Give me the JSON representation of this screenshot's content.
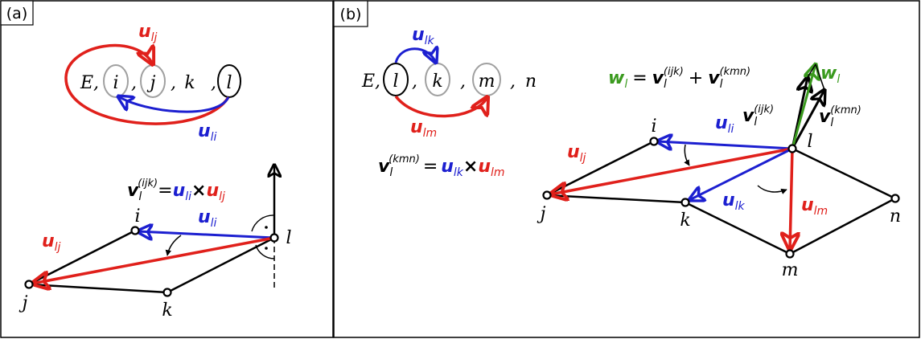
{
  "panel_a": {
    "label": "(a)",
    "sequence": {
      "E": "E,",
      "i": "i",
      "c1": ",",
      "j": "j",
      "c2": ",",
      "k": "k",
      "c3": ",",
      "l": "l"
    },
    "arrow_top": {
      "vec": "u",
      "sub": "lj"
    },
    "arrow_bottom": {
      "vec": "u",
      "sub": "li"
    },
    "formula": {
      "lhs_vec": "v",
      "lhs_sub": "l",
      "lhs_sup": "(ijk)",
      "eq": "=",
      "a_vec": "u",
      "a_sub": "li",
      "cross": "×",
      "b_vec": "u",
      "b_sub": "lj"
    },
    "points": {
      "i": "i",
      "j": "j",
      "k": "k",
      "l": "l"
    },
    "edge_li": {
      "vec": "u",
      "sub": "li"
    },
    "edge_lj": {
      "vec": "u",
      "sub": "lj"
    }
  },
  "panel_b": {
    "label": "(b)",
    "sequence": {
      "E": "E,",
      "l": "l",
      "c1": ",",
      "k": "k",
      "c2": ",",
      "m": "m",
      "c3": ",",
      "n": "n"
    },
    "arrow_top": {
      "vec": "u",
      "sub": "lk"
    },
    "arrow_bottom": {
      "vec": "u",
      "sub": "lm"
    },
    "formula": {
      "lhs_vec": "v",
      "lhs_sub": "l",
      "lhs_sup": "(kmn)",
      "eq": "=",
      "a_vec": "u",
      "a_sub": "lk",
      "cross": "×",
      "b_vec": "u",
      "b_sub": "lm"
    },
    "sum_formula": {
      "w": "w",
      "w_sub": "l",
      "eq": "=",
      "v1": "v",
      "v1_sub": "l",
      "v1_sup": "(ijk)",
      "plus": "+",
      "v2": "v",
      "v2_sub": "l",
      "v2_sup": "(kmn)"
    },
    "points": {
      "i": "i",
      "j": "j",
      "k": "k",
      "l": "l",
      "m": "m",
      "n": "n"
    },
    "edge_li": {
      "vec": "u",
      "sub": "li"
    },
    "edge_lj": {
      "vec": "u",
      "sub": "lj"
    },
    "edge_lk": {
      "vec": "u",
      "sub": "lk"
    },
    "edge_lm": {
      "vec": "u",
      "sub": "lm"
    },
    "vec_ijk": {
      "vec": "v",
      "sub": "l",
      "sup": "(ijk)"
    },
    "vec_kmn": {
      "vec": "v",
      "sub": "l",
      "sup": "(kmn)"
    },
    "vec_w": {
      "vec": "w",
      "sub": "l"
    }
  },
  "colors": {
    "red": "#e0201b",
    "blue": "#1c1fd0",
    "green": "#3a9a1e",
    "black": "#000000",
    "gray": "#a0a0a0"
  }
}
